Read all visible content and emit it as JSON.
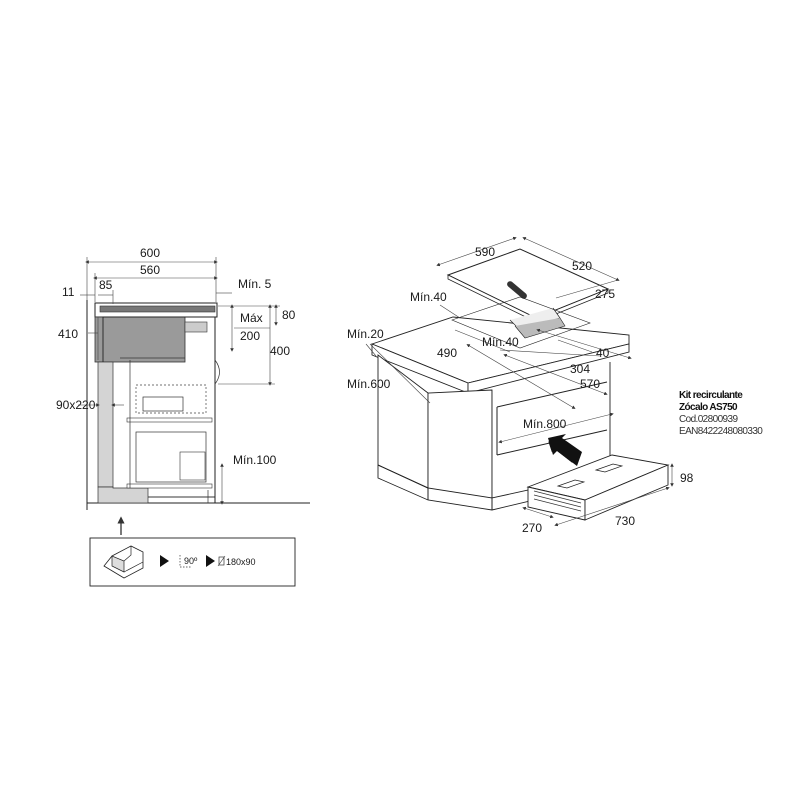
{
  "side_view": {
    "dims": {
      "width_600": "600",
      "width_560": "560",
      "d_11": "11",
      "d_85": "85",
      "min_5": "Mín. 5",
      "d_80": "80",
      "max_label": "Máx",
      "d_200": "200",
      "d_410": "410",
      "d_400": "400",
      "duct": "90x220",
      "min_100": "Mín.100"
    },
    "accessory": {
      "bend_90": "90º",
      "duct_180x90": "180x90"
    }
  },
  "iso_view": {
    "dims": {
      "d_590": "590",
      "d_520": "520",
      "min_40_a": "Mín.40",
      "d_275": "275",
      "min_20": "Mín.20",
      "d_490": "490",
      "min_40_b": "Mín.40",
      "d_40": "40",
      "d_304": "304",
      "min_600": "Mín.600",
      "d_570": "570",
      "min_800": "Mín.800"
    }
  },
  "kit": {
    "title1": "Kit recirculante",
    "title2": "Zócalo AS750",
    "cod": "Cod.02800939",
    "ean": "EAN8422248080330",
    "dims": {
      "h": "98",
      "d": "270",
      "w": "730"
    }
  }
}
